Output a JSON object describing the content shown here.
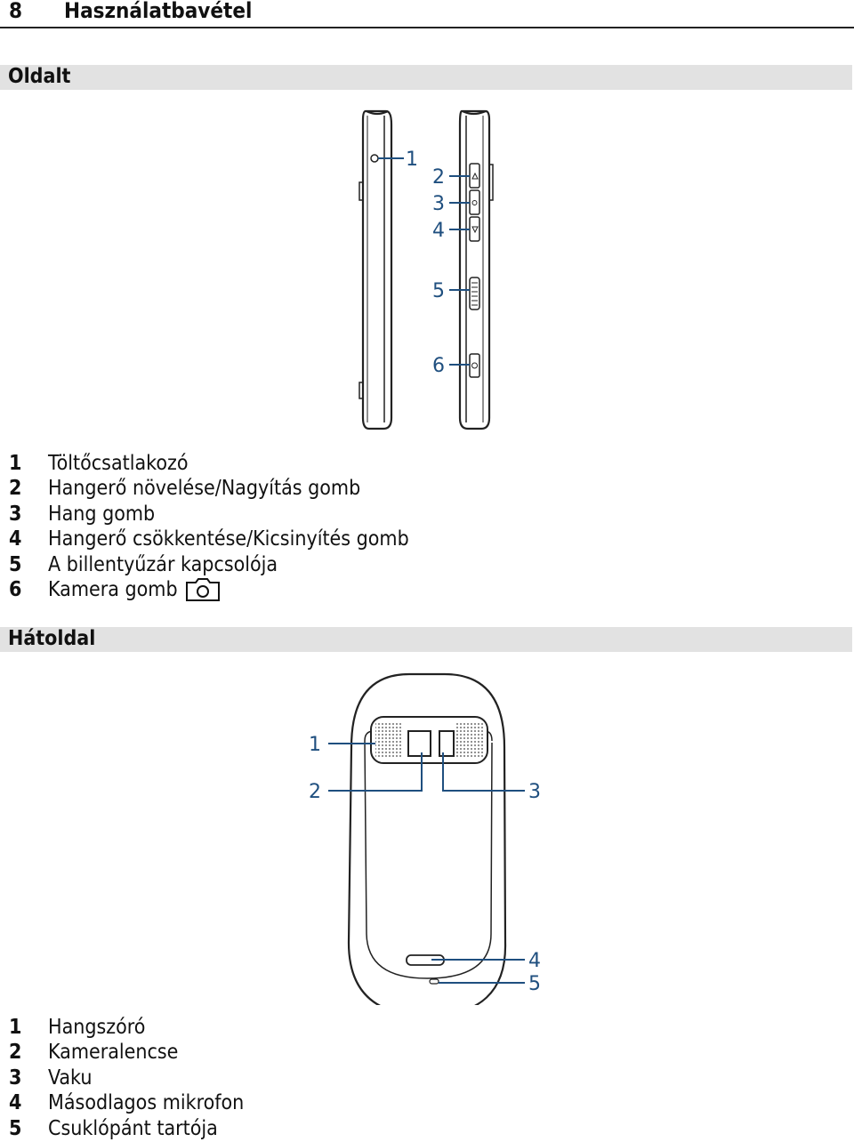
{
  "header": {
    "page_number": "8",
    "title": "Használatbavétel"
  },
  "side_section": {
    "title": "Oldalt",
    "callouts": [
      "1",
      "2",
      "3",
      "4",
      "5",
      "6"
    ],
    "items": [
      {
        "num": "1",
        "label": "Töltőcsatlakozó"
      },
      {
        "num": "2",
        "label": "Hangerő növelése/Nagyítás gomb"
      },
      {
        "num": "3",
        "label": "Hang gomb"
      },
      {
        "num": "4",
        "label": "Hangerő csökkentése/Kicsinyítés gomb"
      },
      {
        "num": "5",
        "label": "A billentyűzár kapcsolója"
      },
      {
        "num": "6",
        "label": "Kamera gomb"
      }
    ]
  },
  "back_section": {
    "title": "Hátoldal",
    "callouts": [
      "1",
      "2",
      "3",
      "4",
      "5"
    ],
    "items": [
      {
        "num": "1",
        "label": "Hangszóró"
      },
      {
        "num": "2",
        "label": "Kameralencse"
      },
      {
        "num": "3",
        "label": "Vaku"
      },
      {
        "num": "4",
        "label": "Másodlagos mikrofon"
      },
      {
        "num": "5",
        "label": "Csuklópánt tartója"
      }
    ]
  },
  "colors": {
    "callout": "#1f4f7f",
    "section_bar": "#e2e2e2",
    "line": "#222222"
  }
}
